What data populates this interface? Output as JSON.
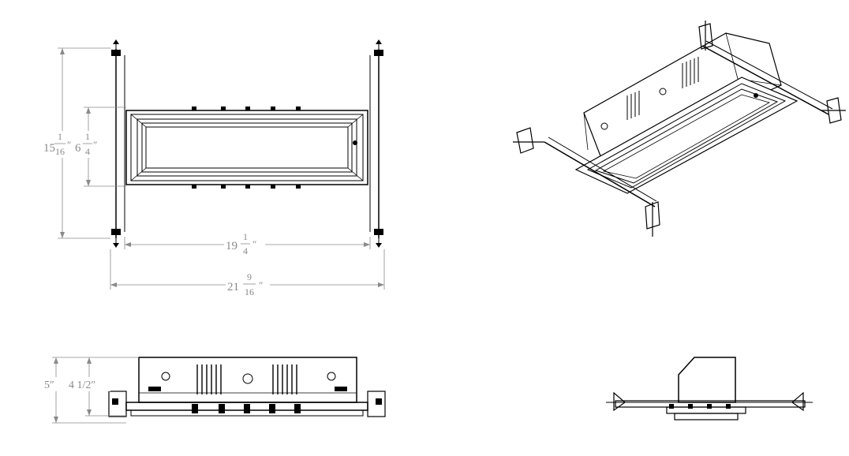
{
  "dimensions": {
    "top_view": {
      "height_overall": {
        "whole": "15",
        "num": "1",
        "den": "16",
        "unit": "″"
      },
      "height_inner": {
        "whole": "6",
        "num": "1",
        "den": "4",
        "unit": "″"
      },
      "width_inner": {
        "whole": "19",
        "num": "1",
        "den": "4",
        "unit": "″"
      },
      "width_overall": {
        "whole": "21",
        "num": "9",
        "den": "16",
        "unit": "″"
      }
    },
    "side_view": {
      "height_overall": "5″",
      "height_inner": "4 1/2″"
    }
  },
  "colors": {
    "line": "#000000",
    "dimension": "#8a8a8a",
    "background": "#ffffff"
  }
}
